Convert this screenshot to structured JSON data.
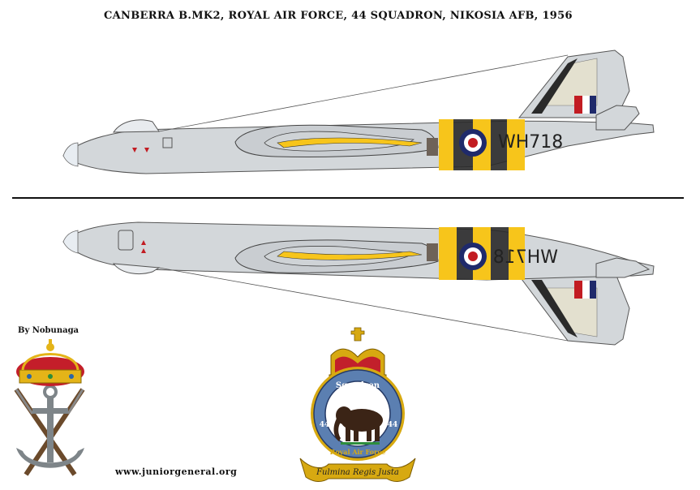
{
  "title": "Canberra B.Mk2, Royal Air Force, 44 Squadron, Nikosia AFB, 1956",
  "aircraft_serial": "WH718",
  "author": "By Nobunaga",
  "website": "www.juniorgeneral.org",
  "badge": {
    "unit": "Squadron",
    "number": "44",
    "service": "Royal Air Force",
    "motto": "Fulmina Regis Justa"
  },
  "colors": {
    "fuselage": "#d3d7da",
    "band_yellow": "#f7c51b",
    "band_black": "#2a2a2a",
    "roundel_blue": "#1f2a6b",
    "roundel_red": "#c21c22",
    "badge_blue": "#5b7fb1"
  }
}
